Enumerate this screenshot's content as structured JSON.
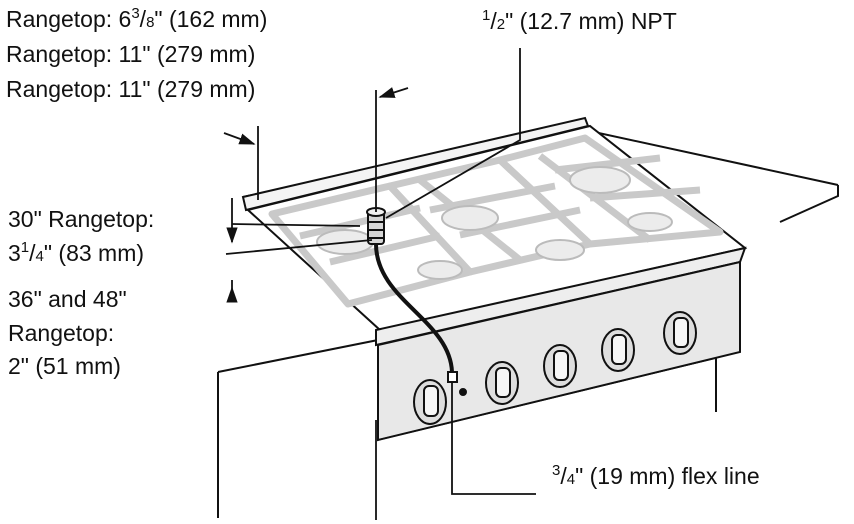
{
  "labels": {
    "rear_depth": {
      "prefix": "Rangetop: 6",
      "sup": "3",
      "sub": "8",
      "suffix": "\" (162 mm)"
    },
    "rear_depth_2": "Rangetop: 11\" (279 mm)",
    "rear_depth_3": "Rangetop: 11\" (279 mm)",
    "npt": {
      "sup": "1",
      "sub": "2",
      "suffix": "\" (12.7 mm)  NPT"
    },
    "rangetop_30": {
      "line1": "30\" Rangetop:",
      "prefix": "3",
      "sup": "1",
      "sub": "4",
      "suffix": "\" (83 mm)"
    },
    "rangetop_36_48": {
      "line1": "36\" and 48\"",
      "line2": "Rangetop:",
      "line3": "2\" (51 mm)"
    },
    "flex_line": {
      "sup": "3",
      "sub": "4",
      "suffix": "\" (19 mm) flex line"
    }
  },
  "colors": {
    "line": "#111111",
    "grate": "#cfcfcf",
    "panel": "#e6e6e6",
    "knob": "#dcdcdc"
  }
}
